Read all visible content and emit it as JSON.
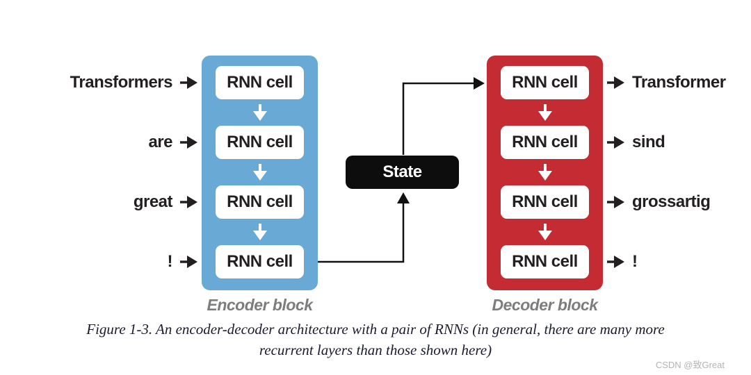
{
  "diagram": {
    "encoder": {
      "label": "Encoder block",
      "color": "#69a9d6",
      "inputs": [
        "Transformers",
        "are",
        "great",
        "!"
      ],
      "cells": [
        "RNN cell",
        "RNN cell",
        "RNN cell",
        "RNN cell"
      ]
    },
    "decoder": {
      "label": "Decoder block",
      "color": "#c42b33",
      "outputs": [
        "Transformer",
        "sind",
        "grossartig",
        "!"
      ],
      "cells": [
        "RNN cell",
        "RNN cell",
        "RNN cell",
        "RNN cell"
      ]
    },
    "state": {
      "label": "State",
      "color": "#0d0d0d"
    },
    "connector_color": "#111111",
    "label_color": "#7d7d7d"
  },
  "caption": {
    "line1": "Figure 1-3. An encoder-decoder architecture with a pair of RNNs (in general, there are many more",
    "line2": "recurrent layers than those shown here)",
    "color": "#1b1b2f"
  },
  "watermark": "CSDN @致Great"
}
